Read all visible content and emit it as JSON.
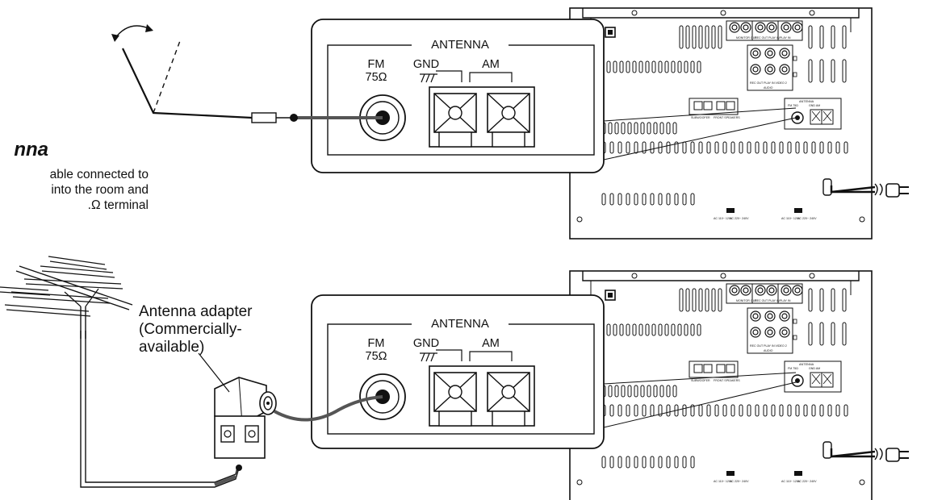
{
  "top_section": {
    "heading_visible_fragment": "nna",
    "text_visible_fragments": [
      "able connected to",
      "into the room and",
      "Ω terminal."
    ],
    "inset_panel": {
      "title": "ANTENNA",
      "fm_label": "FM",
      "fm_impedance": "75Ω",
      "gnd_label": "GND",
      "am_label": "AM"
    },
    "rear_panel": {
      "antenna_label": "ANTENNA",
      "fm_label": "FM 75Ω",
      "gnd_label": "GND",
      "am_label": "AM"
    }
  },
  "bottom_section": {
    "adapter_note": [
      "Antenna adapter",
      "(Commercially-",
      "available)"
    ],
    "inset_panel": {
      "title": "ANTENNA",
      "fm_label": "FM",
      "fm_impedance": "75Ω",
      "gnd_label": "GND",
      "am_label": "AM"
    },
    "rear_panel": {
      "antenna_label": "ANTENNA",
      "fm_label": "FM 75Ω",
      "gnd_label": "GND",
      "am_label": "AM"
    }
  },
  "rear_panel_small_labels": {
    "monitor_out": "MONITOR OUT",
    "rec_out": "REC OUT",
    "play_in": "PLAY IN",
    "video1": "VIDEO 1",
    "video2": "VIDEO 2",
    "audio": "AUDIO",
    "subwoofer": "SUBWOOFER",
    "front_speakers": "FRONT SPEAKERS",
    "ac_110": "AC 110~ 120V",
    "ac_220": "AC 220~ 240V"
  }
}
